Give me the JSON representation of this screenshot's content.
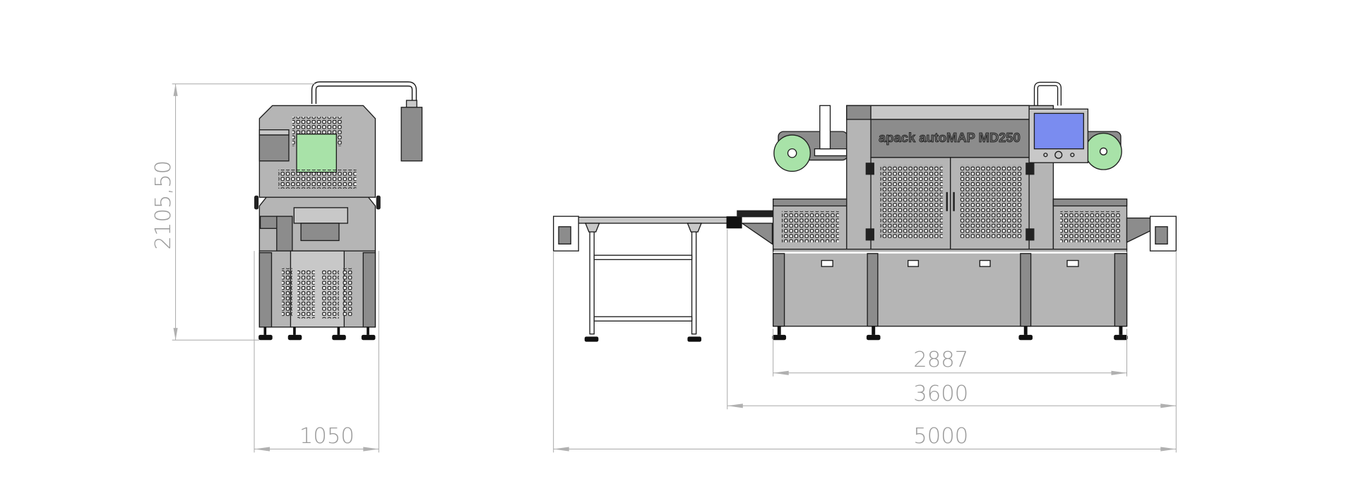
{
  "machine": {
    "brand_label": "apack autoMAP MD250"
  },
  "dimensions": {
    "front_height": "2105,50",
    "front_width": "1050",
    "machine_length": "2887",
    "with_infeed_length": "3600",
    "total_length": "5000"
  },
  "colors": {
    "body": "#b5b5b5",
    "dark_panel": "#8c8c8c",
    "film_roll": "#a8e2a8",
    "screen": "#7a8cf0",
    "dimension_line": "#a8a8a8"
  }
}
